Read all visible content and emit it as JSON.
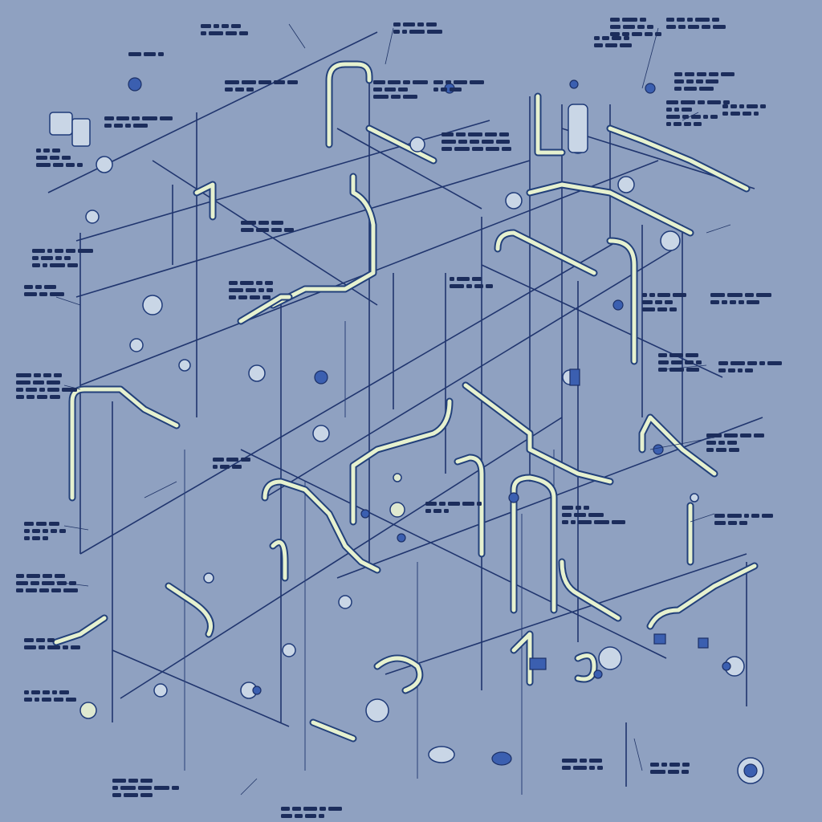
{
  "colors": {
    "background": "#8fa1c1",
    "pipe_fill": "#e6f1cf",
    "pipe_outline": "#22407a",
    "frame": "#20356e",
    "fitting_blue": "#3b5fb0",
    "fitting_light": "#c9d6e6"
  },
  "illegible_labels": [
    {
      "id": "l01",
      "lines": 2
    },
    {
      "id": "l02",
      "lines": 1
    },
    {
      "id": "l03",
      "lines": 2
    },
    {
      "id": "l04",
      "lines": 3
    },
    {
      "id": "l05",
      "lines": 2
    },
    {
      "id": "l06",
      "lines": 2
    },
    {
      "id": "l07",
      "lines": 3
    },
    {
      "id": "l08",
      "lines": 2
    },
    {
      "id": "l09",
      "lines": 3
    },
    {
      "id": "l10",
      "lines": 2
    },
    {
      "id": "l11",
      "lines": 4
    },
    {
      "id": "l12",
      "lines": 2
    },
    {
      "id": "l13",
      "lines": 2
    },
    {
      "id": "l14",
      "lines": 3
    },
    {
      "id": "l15",
      "lines": 3
    },
    {
      "id": "l16",
      "lines": 2
    },
    {
      "id": "l17",
      "lines": 3
    },
    {
      "id": "l18",
      "lines": 2
    },
    {
      "id": "l19",
      "lines": 3
    },
    {
      "id": "l20",
      "lines": 2
    },
    {
      "id": "l21",
      "lines": 3
    },
    {
      "id": "l22",
      "lines": 2
    },
    {
      "id": "l23",
      "lines": 4
    },
    {
      "id": "l24",
      "lines": 3
    },
    {
      "id": "l25",
      "lines": 2
    },
    {
      "id": "l26",
      "lines": 3
    },
    {
      "id": "l27",
      "lines": 2
    },
    {
      "id": "l28",
      "lines": 3
    },
    {
      "id": "l29",
      "lines": 2
    },
    {
      "id": "l30",
      "lines": 2
    },
    {
      "id": "l31",
      "lines": 3
    },
    {
      "id": "l32",
      "lines": 3
    },
    {
      "id": "l33",
      "lines": 2
    },
    {
      "id": "l34",
      "lines": 2
    },
    {
      "id": "l35",
      "lines": 3
    },
    {
      "id": "l36",
      "lines": 2
    },
    {
      "id": "l37",
      "lines": 2
    },
    {
      "id": "l38",
      "lines": 2
    }
  ]
}
